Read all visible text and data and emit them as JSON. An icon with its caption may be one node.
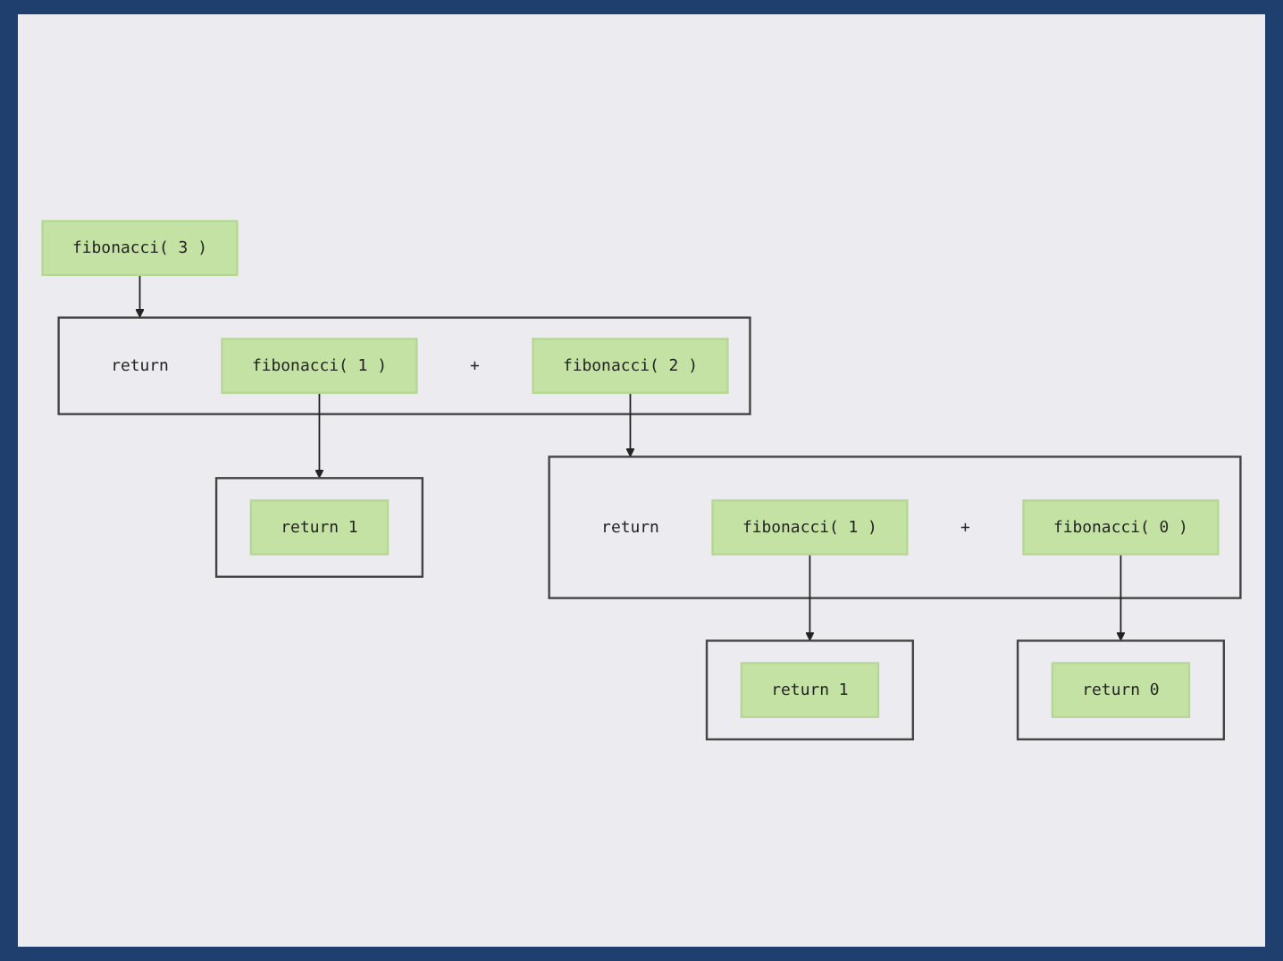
{
  "diagram": {
    "nodes": [
      {
        "text": [
          "fibonacci( 3 )"
        ]
      },
      {
        "text": [],
        "shape": "bar"
      },
      {
        "text": [
          "return"
        ],
        "in": 1
      },
      {
        "text": [
          "fibonacci( 2 )"
        ],
        "in": 1
      },
      {
        "text": [
          "+"
        ],
        "in": 1
      },
      {
        "text": [
          "fibonacci( 1 )"
        ],
        "in": 1
      },
      {
        "text": [],
        "shape": "bar"
      },
      {
        "text": [
          "return"
        ],
        "in": 6
      },
      {
        "text": [
          "fibonacci( 1 )"
        ],
        "in": 6
      },
      {
        "text": [
          "+"
        ],
        "in": 6
      },
      {
        "text": [
          "fibonacci( 0 )"
        ],
        "in": 6
      },
      {
        "text": [],
        "shape": "bar"
      },
      {
        "text": [
          "return 1"
        ],
        "in": 11
      },
      {
        "text": [],
        "shape": "bar"
      },
      {
        "text": [
          "return 1"
        ],
        "in": 13
      },
      {
        "text": [],
        "shape": "bar"
      },
      {
        "text": [
          "return 0"
        ],
        "in": 15
      }
    ],
    "edges": [
      {
        "from": 0,
        "to": 1,
        "arrow": "to"
      },
      {
        "from": 3,
        "to": 6,
        "arrow": "to"
      },
      {
        "from": 5,
        "to": 11,
        "arrow": "to"
      },
      {
        "from": 8,
        "to": 13,
        "arrow": "to"
      },
      {
        "from": 10,
        "to": 15,
        "arrow": "to"
      }
    ]
  }
}
